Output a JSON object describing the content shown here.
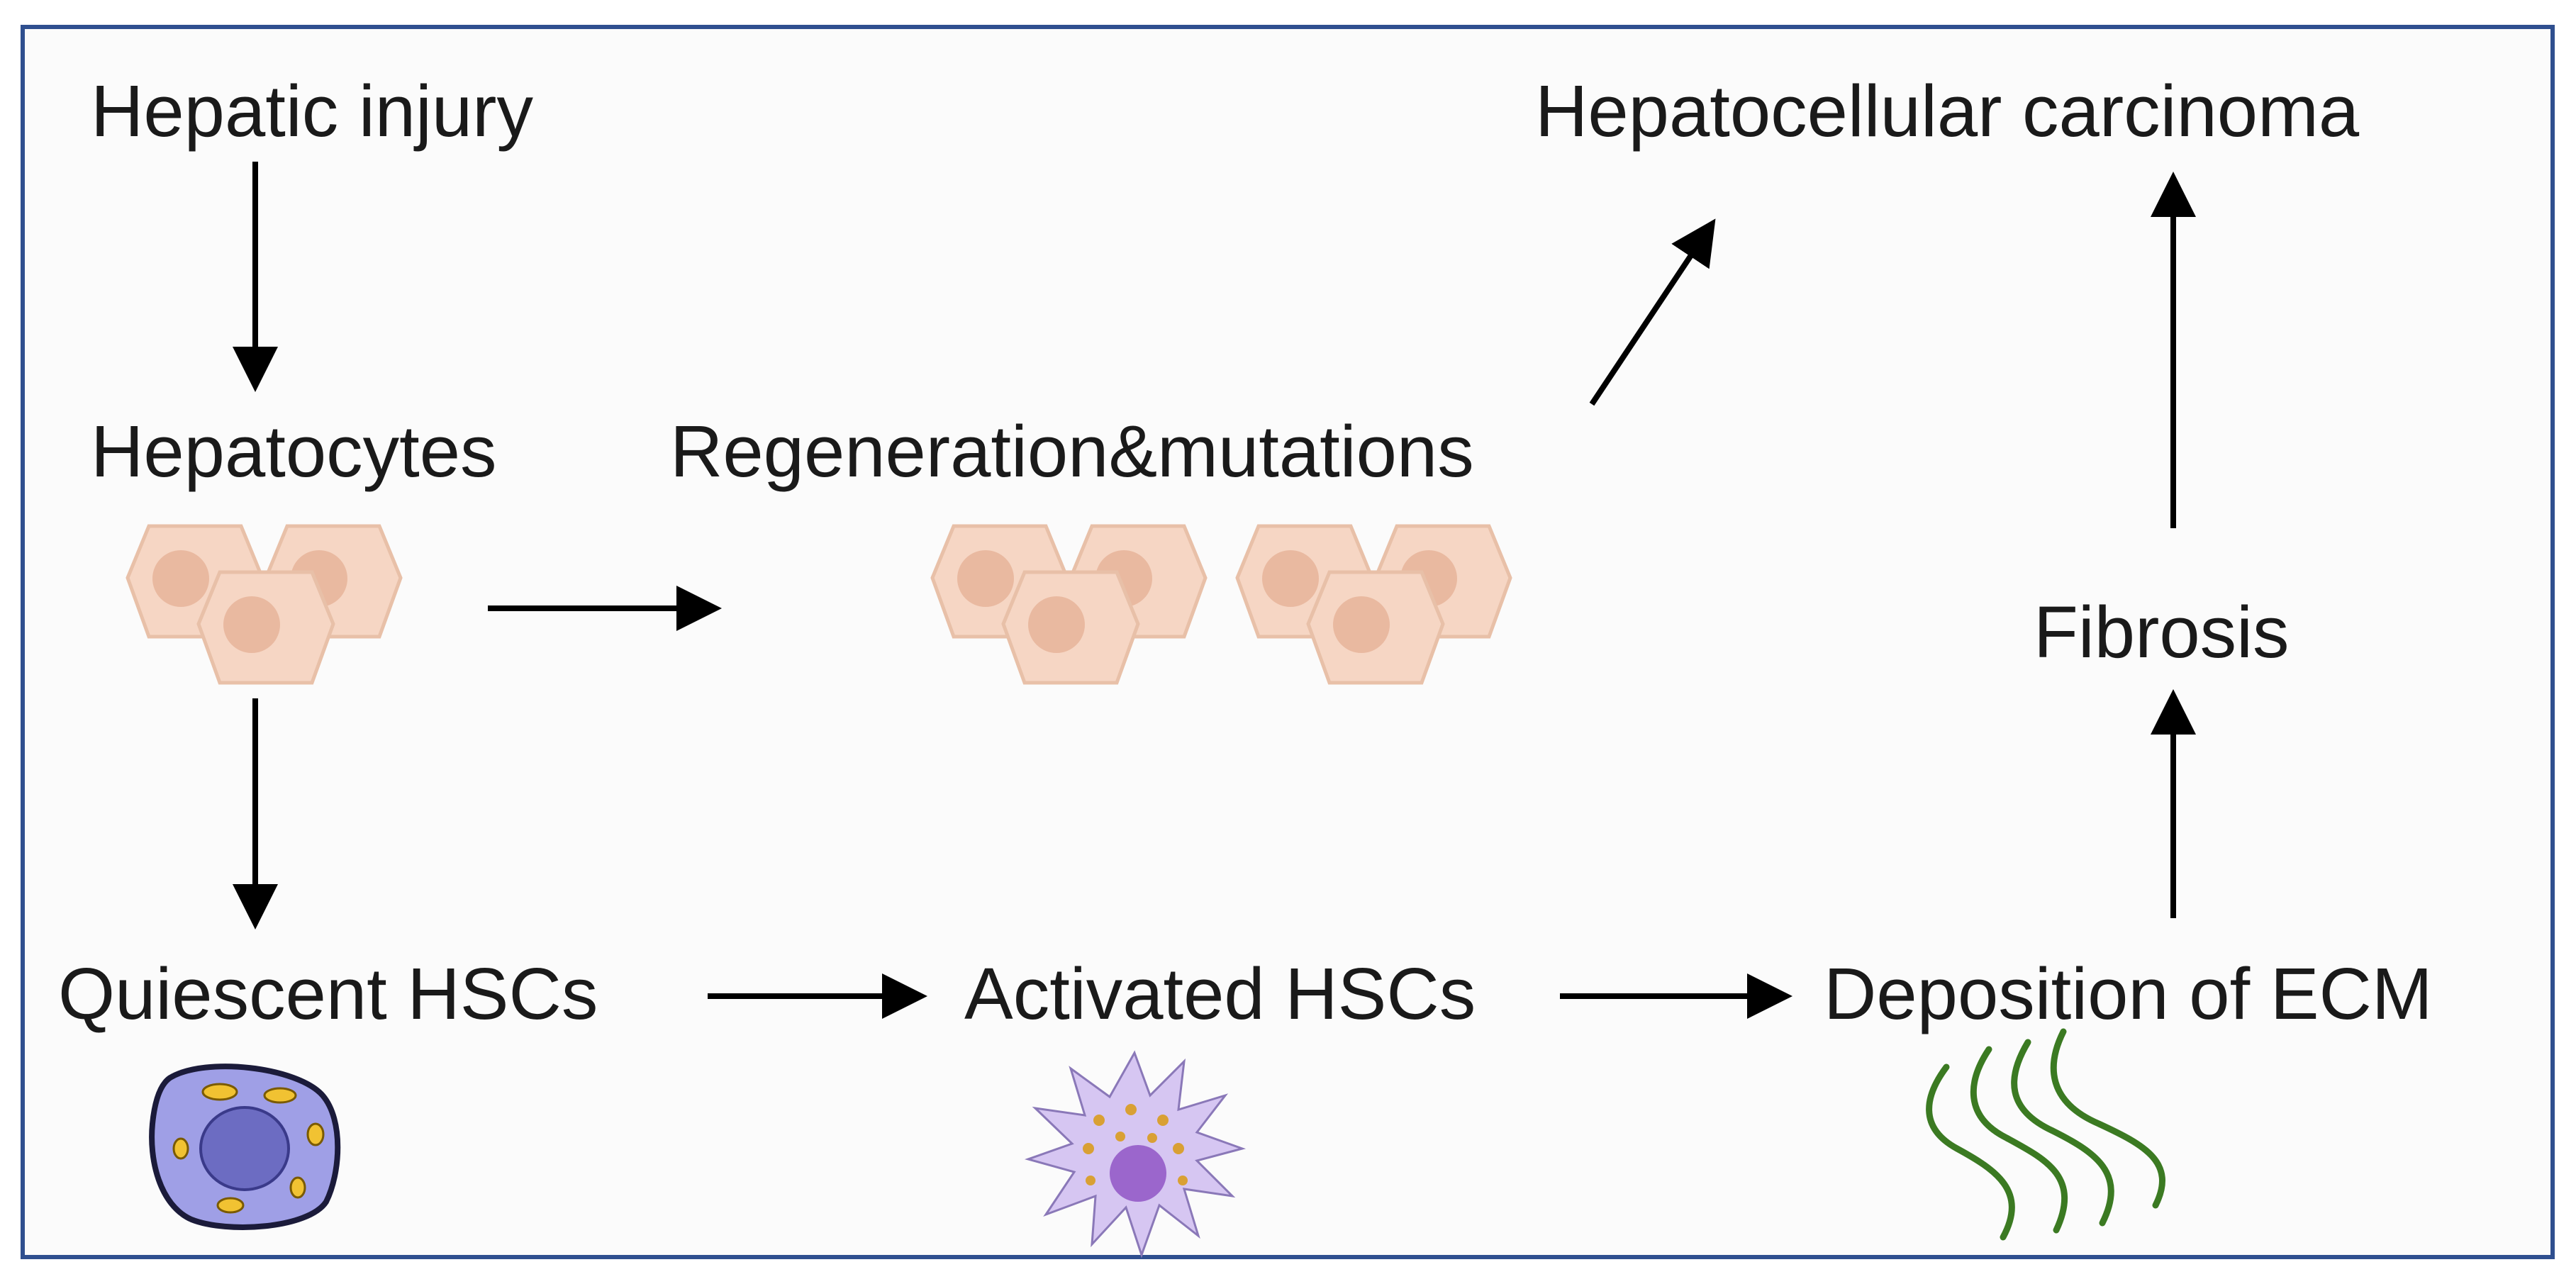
{
  "diagram": {
    "nodes": {
      "hepatic_injury": "Hepatic injury",
      "hepatocytes": "Hepatocytes",
      "regeneration_mutations": "Regeneration&mutations",
      "hepatocellular_carcinoma": "Hepatocellular carcinoma",
      "fibrosis": "Fibrosis",
      "quiescent_hscs": "Quiescent HSCs",
      "activated_hscs": "Activated HSCs",
      "deposition_ecm": "Deposition of ECM"
    },
    "edges": [
      {
        "from": "hepatic_injury",
        "to": "hepatocytes"
      },
      {
        "from": "hepatocytes",
        "to": "regeneration_mutations"
      },
      {
        "from": "regeneration_mutations",
        "to": "hepatocellular_carcinoma"
      },
      {
        "from": "hepatocytes",
        "to": "quiescent_hscs"
      },
      {
        "from": "quiescent_hscs",
        "to": "activated_hscs"
      },
      {
        "from": "activated_hscs",
        "to": "deposition_ecm"
      },
      {
        "from": "deposition_ecm",
        "to": "fibrosis"
      },
      {
        "from": "fibrosis",
        "to": "hepatocellular_carcinoma"
      }
    ],
    "colors": {
      "frame": "#2f4f8f",
      "background": "#fbfbfb",
      "arrow": "#000000",
      "text": "#1a1a1a",
      "hepatocyte_fill": "#f6d6c4",
      "hepatocyte_nucleus": "#e9b9a0",
      "quiescent_cell_fill": "#9f9fe6",
      "quiescent_nucleus": "#6c6cc2",
      "lipid_droplet": "#f1c232",
      "activated_cell_fill": "#d6c6f2",
      "activated_nucleus": "#9b66cc",
      "activated_granule": "#d9a034",
      "ecm_fiber": "#3b7a22"
    },
    "icons": {
      "hepatocyte_cluster": "hepatocyte-cluster-icon",
      "quiescent_cell": "quiescent-hsc-icon",
      "activated_cell": "activated-hsc-icon",
      "ecm_fibers": "ecm-fibers-icon"
    }
  }
}
